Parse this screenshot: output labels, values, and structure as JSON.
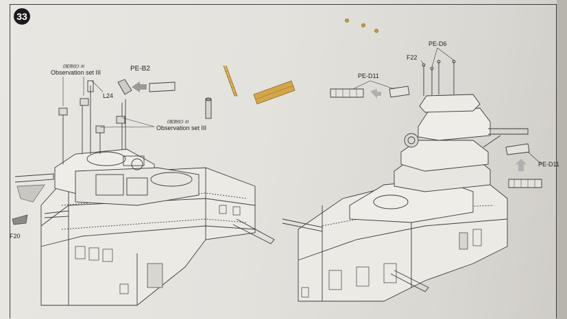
{
  "step": {
    "number": "33"
  },
  "labels": {
    "observation_cn_top": "《观测仪》III",
    "observation_set_top": "Observation set III",
    "pe_b2": "PE-B2",
    "l24": "L24",
    "observation_cn_mid": "《观测仪》III",
    "observation_set_mid": "Observation set III",
    "f20": "F20",
    "pe_d6": "PE-D6",
    "f22": "F22",
    "pe_d11_top": "PE-D11",
    "pe_d11_right": "PE-D11"
  },
  "colors": {
    "paper": "#e6e4df",
    "line": "#3a3a3a",
    "photo_etch_brass": "#d4a64a",
    "arrow_grey": "#9a9a9a",
    "badge": "#1b1b1b"
  }
}
